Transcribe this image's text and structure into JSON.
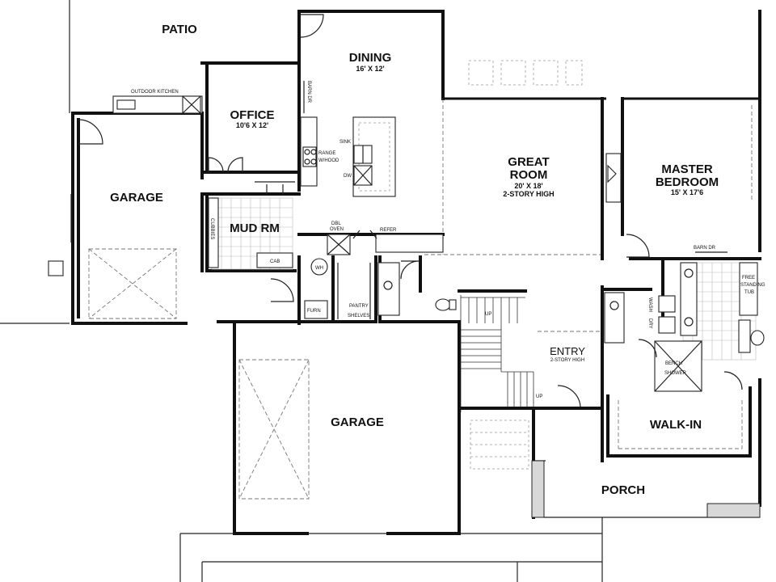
{
  "rooms": {
    "patio": {
      "name": "PATIO"
    },
    "dining": {
      "name": "DINING",
      "size": "16' X 12'"
    },
    "office": {
      "name": "OFFICE",
      "size": "10'6 X 12'"
    },
    "great_room": {
      "name_line1": "GREAT",
      "name_line2": "ROOM",
      "size": "20' X 18'",
      "note": "2-STORY HIGH"
    },
    "master_bedroom": {
      "name_line1": "MASTER",
      "name_line2": "BEDROOM",
      "size": "15' X 17'6"
    },
    "garage_left": {
      "name": "GARAGE"
    },
    "mud_room": {
      "name": "MUD RM"
    },
    "garage_main": {
      "name": "GARAGE"
    },
    "entry": {
      "name": "ENTRY",
      "note": "2-STORY HIGH"
    },
    "walk_in": {
      "name": "WALK-IN"
    },
    "porch": {
      "name": "PORCH"
    }
  },
  "fixtures": {
    "outdoor_kitchen": "OUTDOOR KITCHEN",
    "barn_door_office": "BARN DR",
    "barn_door_master": "BARN DR",
    "range_hood": "RANGE",
    "range_hood_2": "W/HOOD",
    "sink": "SINK",
    "dw": "DW",
    "dbl_oven_1": "DBL",
    "dbl_oven_2": "OVEN",
    "refer": "REFER",
    "cubbies": "CUBBIES",
    "cab": "CAB",
    "wh": "WH",
    "furn": "FURN",
    "pantry_1": "PANTRY",
    "pantry_2": "SHELVES",
    "free_tub_1": "FREE",
    "free_tub_2": "STANDING",
    "free_tub_3": "TUB",
    "wash": "WASH",
    "dry": "DRY",
    "shower_1": "BENCH",
    "shower_2": "SHOWER",
    "up_1": "UP",
    "up_2": "UP"
  }
}
